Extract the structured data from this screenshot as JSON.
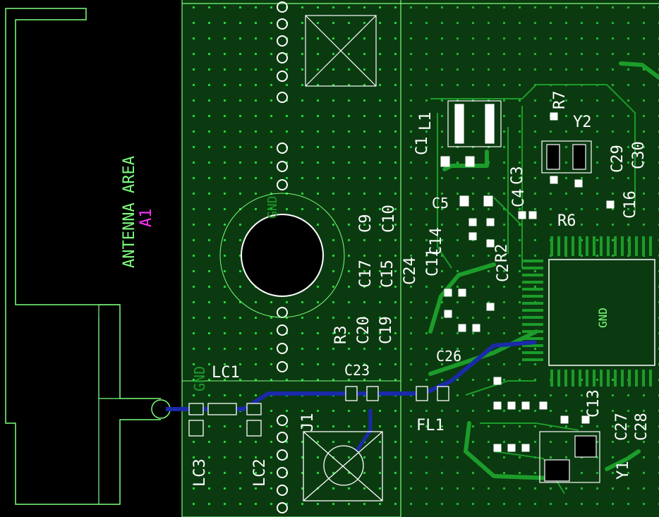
{
  "colors": {
    "background": "#000000",
    "board": "#0b3a10",
    "outline": "#7cff7c",
    "silkscreen": "#ffffff",
    "copper": "#1c9c2a",
    "trace_blue": "#1a2aa8",
    "pad": "#ffffff",
    "magenta": "#ff33ff",
    "via_dot": "#1fd43a"
  },
  "silkscreen": {
    "antenna_area": "ANTENNA AREA",
    "a1": "A1",
    "gnd_left": "GND",
    "gnd_mid": "GND",
    "gnd_chip": "GND",
    "lc1": "LC1",
    "lc2": "LC2",
    "lc3": "LC3",
    "j1": "J1",
    "l1": "L1",
    "c1": "C1",
    "c9": "C9",
    "c10": "C10",
    "c17": "C17",
    "c15": "C15",
    "c24": "C24",
    "r3": "R3",
    "c20": "C20",
    "c19": "C19",
    "c23": "C23",
    "fl1": "FL1",
    "c5": "C5",
    "c14": "C14",
    "c11": "C11",
    "r2": "R2",
    "c2": "C2",
    "c26": "C26",
    "c3": "C3",
    "c4": "C4",
    "r7": "R7",
    "y2": "Y2",
    "c29": "C29",
    "c30": "C30",
    "r6": "R6",
    "c16": "C16",
    "c13": "C13",
    "c27": "C27",
    "c28": "C28",
    "y1": "Y1"
  }
}
